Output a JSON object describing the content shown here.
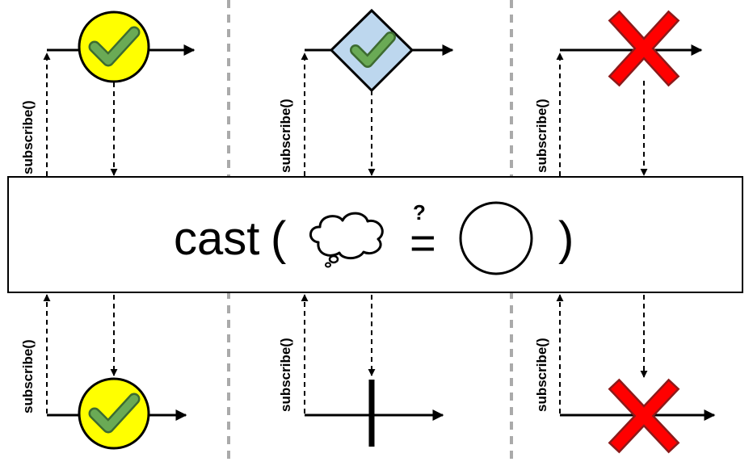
{
  "operator": {
    "name": "cast",
    "open_paren": "(",
    "close_paren": ")",
    "question_mark": "?",
    "equals": "="
  },
  "subscribe_label": "subscribe()",
  "colors": {
    "check_fill": "#ffff00",
    "check_mark": "#5b9e4a",
    "diamond_fill": "#bdd7ee",
    "error_cross": "#ff0000",
    "divider": "#aaaaaa"
  },
  "columns": [
    {
      "upstream": "yellow-circle-checkmark",
      "downstream": "yellow-circle-checkmark"
    },
    {
      "upstream": "blue-diamond-checkmark",
      "downstream": "completion-bar"
    },
    {
      "upstream": "red-x-error",
      "downstream": "red-x-error"
    }
  ]
}
